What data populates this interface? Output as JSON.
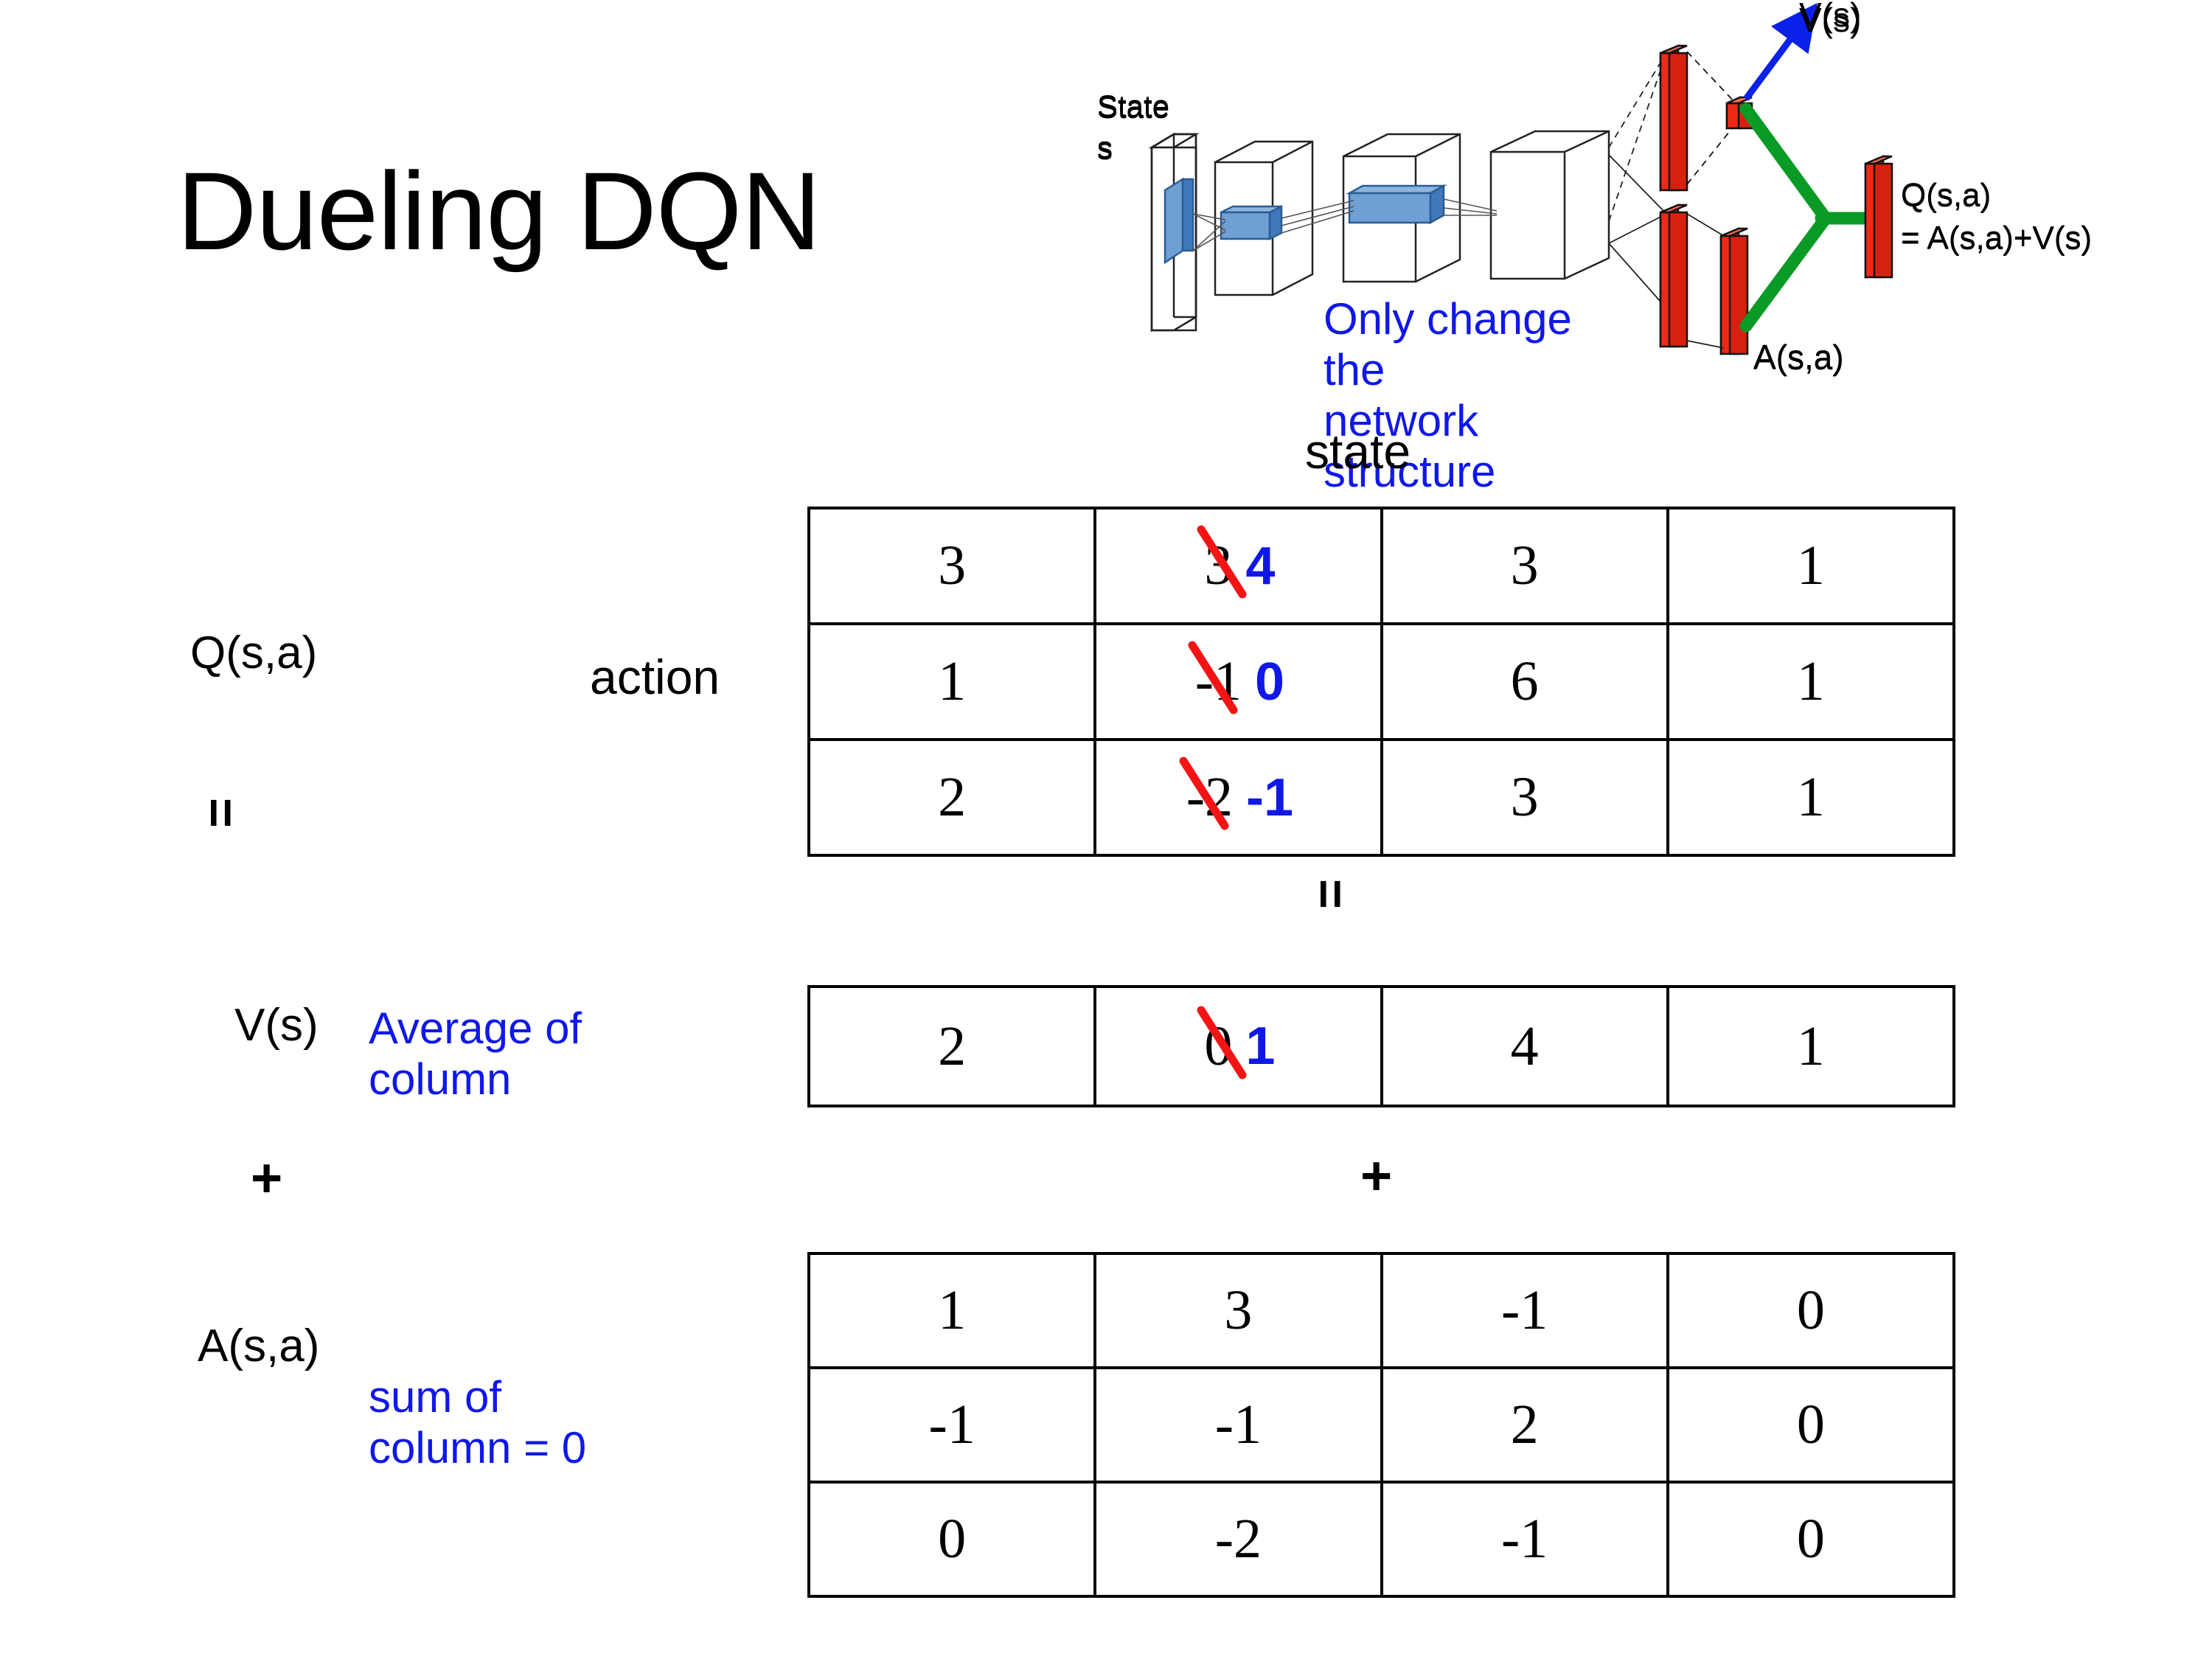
{
  "slide": {
    "title": "Dueling DQN",
    "state_header": "state",
    "action_label": "action"
  },
  "diagram": {
    "input_label_line1": "State",
    "input_label_line2": "s",
    "note": "Only change the\nnetwork structure",
    "note_line1": "Only change the",
    "note_line2": "network structure",
    "value_label": "V(s)",
    "advantage_label": "A(s,a)",
    "q_label_line1": "Q(s,a)",
    "q_label_line2": "= A(s,a)+V(s)",
    "colors": {
      "filter_blue": "#4f86c6",
      "stream_red": "#ee2a17",
      "merge_green": "#0a9a26",
      "arrow_blue": "#0a21e8",
      "note_blue": "#1018e8"
    }
  },
  "labels": {
    "q_function": "Q(s,a)",
    "v_function": "V(s)",
    "a_function": "A(s,a)",
    "equals_left": "=",
    "plus_left": "+",
    "equals_mid": "=",
    "plus_mid": "+",
    "avg_note_line1": "Average of",
    "avg_note_line2": "column",
    "sum_note_line1": "sum of",
    "sum_note_line2": "column = 0"
  },
  "q_table": {
    "name": "Q(s,a)",
    "rows": [
      [
        {
          "value": "3"
        },
        {
          "value": "3",
          "struck": true,
          "new_value": "4"
        },
        {
          "value": "3"
        },
        {
          "value": "1"
        }
      ],
      [
        {
          "value": "1"
        },
        {
          "value": "-1",
          "struck": true,
          "new_value": "0"
        },
        {
          "value": "6"
        },
        {
          "value": "1"
        }
      ],
      [
        {
          "value": "2"
        },
        {
          "value": "-2",
          "struck": true,
          "new_value": "-1"
        },
        {
          "value": "3"
        },
        {
          "value": "1"
        }
      ]
    ]
  },
  "v_table": {
    "name": "V(s)",
    "rows": [
      [
        {
          "value": "2"
        },
        {
          "value": "0",
          "struck": true,
          "new_value": "1"
        },
        {
          "value": "4"
        },
        {
          "value": "1"
        }
      ]
    ]
  },
  "a_table": {
    "name": "A(s,a)",
    "rows": [
      [
        {
          "value": "1"
        },
        {
          "value": "3"
        },
        {
          "value": "-1"
        },
        {
          "value": "0"
        }
      ],
      [
        {
          "value": "-1"
        },
        {
          "value": "-1"
        },
        {
          "value": "2"
        },
        {
          "value": "0"
        }
      ],
      [
        {
          "value": "0"
        },
        {
          "value": "-2"
        },
        {
          "value": "-1"
        },
        {
          "value": "0"
        }
      ]
    ]
  }
}
